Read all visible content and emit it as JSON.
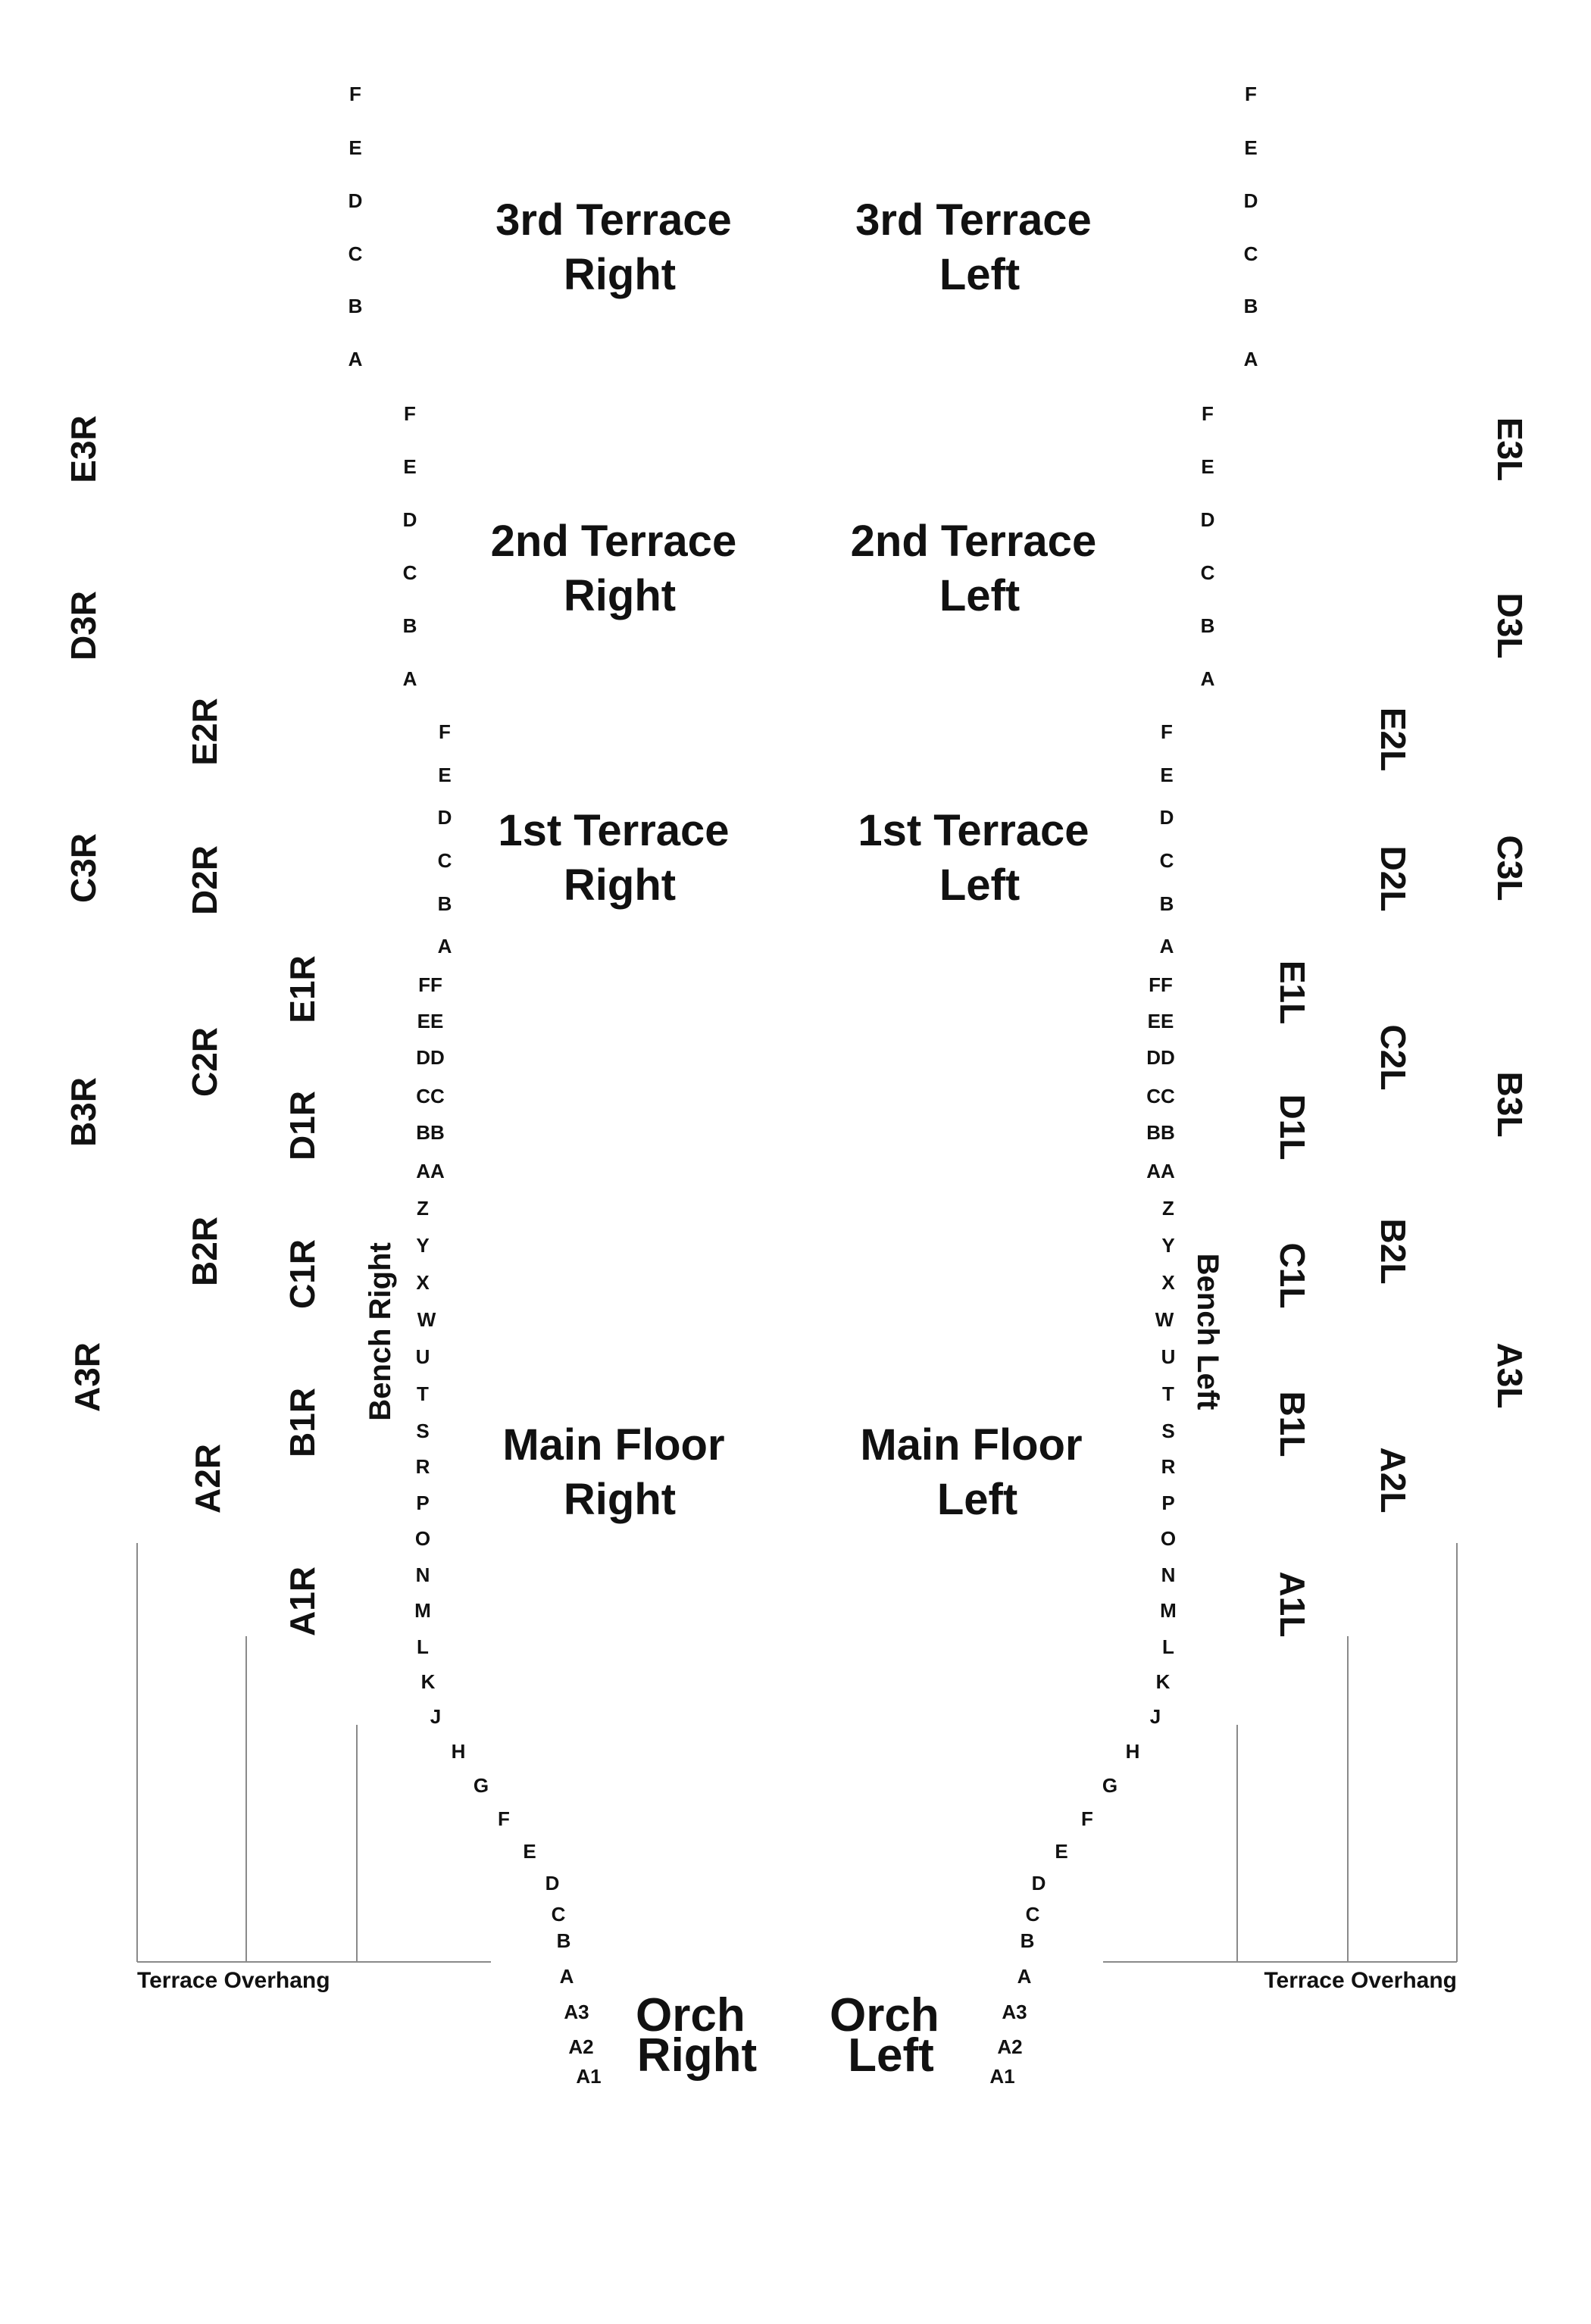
{
  "sections": [
    {
      "id": "3rd-terrace-right",
      "lines": [
        "3rd Terrace",
        "Right"
      ]
    },
    {
      "id": "3rd-terrace-left",
      "lines": [
        "3rd Terrace",
        "Left"
      ]
    },
    {
      "id": "2nd-terrace-right",
      "lines": [
        "2nd Terrace",
        "Right"
      ]
    },
    {
      "id": "2nd-terrace-left",
      "lines": [
        "2nd Terrace",
        "Left"
      ]
    },
    {
      "id": "1st-terrace-right",
      "lines": [
        "1st Terrace",
        "Right"
      ]
    },
    {
      "id": "1st-terrace-left",
      "lines": [
        "1st Terrace",
        "Left"
      ]
    },
    {
      "id": "main-floor-right",
      "lines": [
        "Main Floor",
        "Right"
      ]
    },
    {
      "id": "main-floor-left",
      "lines": [
        "Main Floor",
        "Left"
      ]
    },
    {
      "id": "orch-right",
      "lines": [
        "Orch",
        "Right"
      ]
    },
    {
      "id": "orch-left",
      "lines": [
        "Orch",
        "Left"
      ]
    }
  ],
  "terrace_rows": [
    "F",
    "E",
    "D",
    "C",
    "B",
    "A"
  ],
  "main_floor_rows": [
    "FF",
    "EE",
    "DD",
    "CC",
    "BB",
    "AA",
    "Z",
    "Y",
    "X",
    "W",
    "U",
    "T",
    "S",
    "R",
    "P",
    "O",
    "N",
    "M",
    "L",
    "K",
    "J",
    "H",
    "G",
    "F",
    "E",
    "D",
    "C",
    "B",
    "A",
    "A3",
    "A2",
    "A1"
  ],
  "right_side_boxes": {
    "outer": [
      "E3R",
      "D3R",
      "C3R",
      "B3R",
      "A3R"
    ],
    "middle": [
      "E2R",
      "D2R",
      "C2R",
      "B2R",
      "A2R"
    ],
    "inner": [
      "E1R",
      "D1R",
      "C1R",
      "B1R",
      "A1R"
    ]
  },
  "left_side_boxes": {
    "outer": [
      "E3L",
      "D3L",
      "C3L",
      "B3L",
      "A3L"
    ],
    "middle": [
      "E2L",
      "D2L",
      "C2L",
      "B2L",
      "A2L"
    ],
    "inner": [
      "E1L",
      "D1L",
      "C1L",
      "B1L",
      "A1L"
    ]
  },
  "benches": {
    "right": "Bench Right",
    "left": "Bench Left"
  },
  "overhang_label": "Terrace Overhang"
}
